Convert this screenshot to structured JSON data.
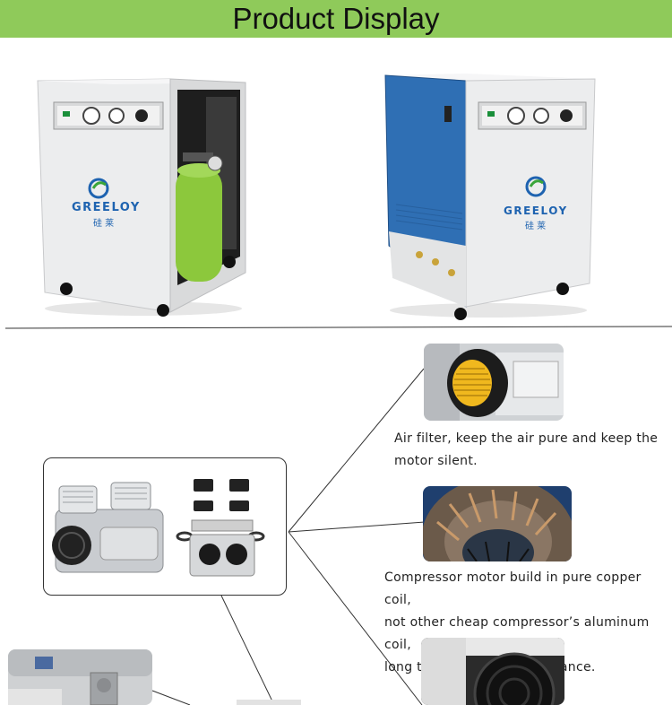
{
  "header": {
    "title": "Product Display"
  },
  "brand": {
    "name": "GREELOY",
    "chinese": "硅 莱"
  },
  "features": [
    {
      "caption_lines": [
        "Air filter, keep the air pure and keep the",
        "motor silent."
      ]
    },
    {
      "caption_lines": [
        "Compressor motor build in pure copper coil,",
        "not other cheap compressor’s aluminum coil,",
        "long time useage no maintance."
      ]
    }
  ],
  "colors": {
    "header_bg": "#8fca5a",
    "brand_blue": "#1e63b0",
    "tank_green": "#8cc83c",
    "panel_blue": "#2f6fb4"
  }
}
